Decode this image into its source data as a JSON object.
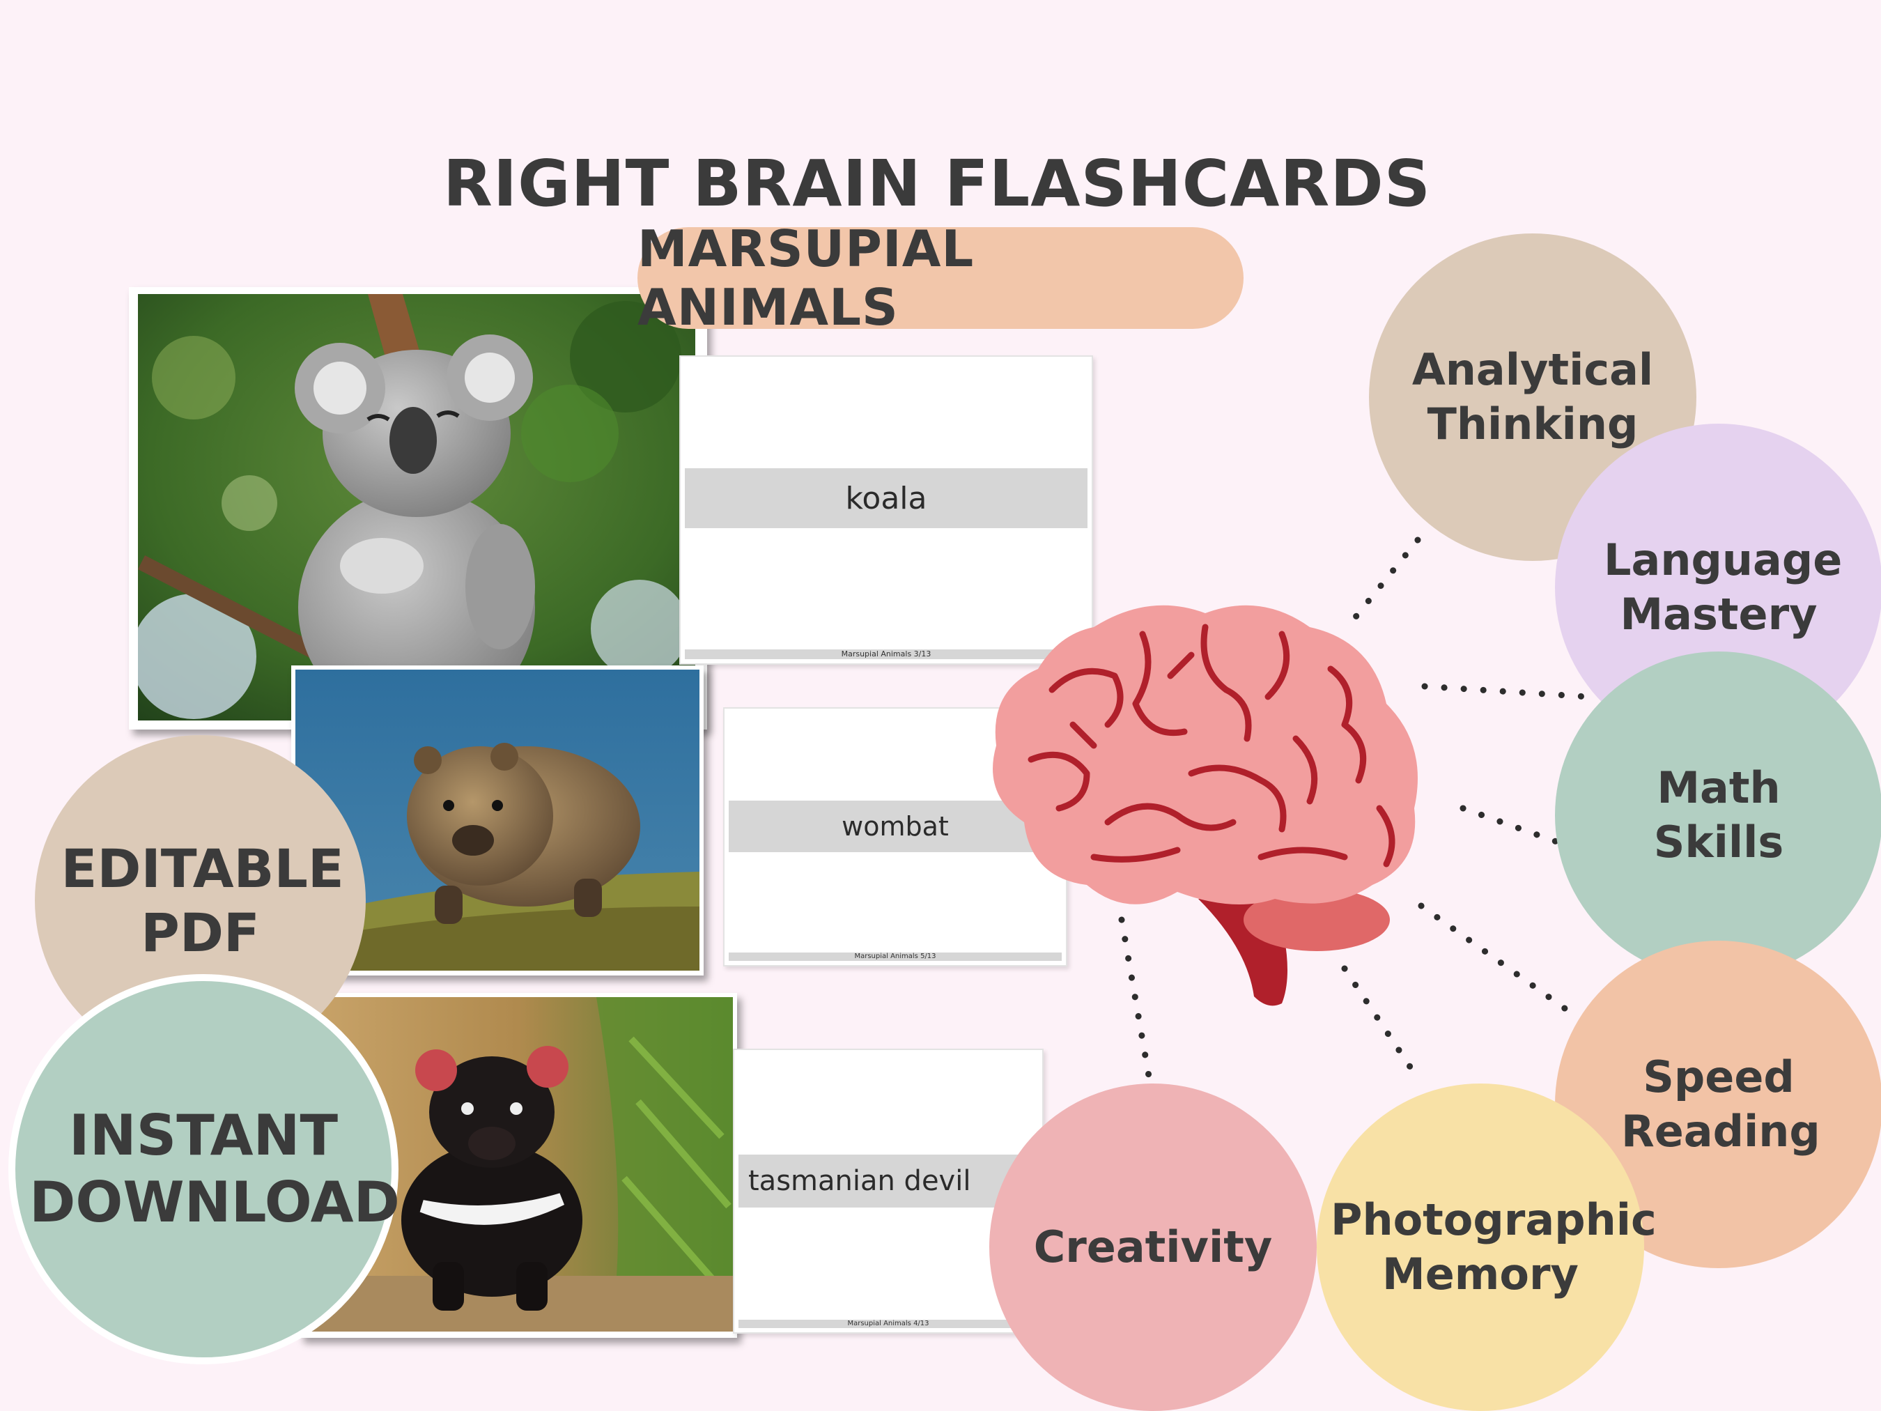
{
  "header": {
    "title": "RIGHT BRAIN FLASHCARDS",
    "subtitle": "MARSUPIAL ANIMALS"
  },
  "flashcards": [
    {
      "word": "koala",
      "footer": "Marsupial Animals 3/13"
    },
    {
      "word": "wombat",
      "footer": "Marsupial Animals 5/13"
    },
    {
      "word": "tasmanian devil",
      "footer": "Marsupial Animals 4/13"
    }
  ],
  "badges": {
    "editable": "EDITABLE PDF",
    "instant": "INSTANT DOWNLOAD"
  },
  "skills": {
    "analytical": "Analytical Thinking",
    "language": "Language Mastery",
    "math": "Math Skills",
    "speed": "Speed Reading",
    "photographic": "Photographic Memory",
    "creativity": "Creativity"
  },
  "colors": {
    "background": "#fdf2f8",
    "pill": "#f2c6aa",
    "beige": "#dccab8",
    "lavender": "#e5d2ef",
    "sage": "#b2cfc2",
    "peach": "#f2c3a6",
    "butter": "#f8e1a6",
    "rose": "#efb3b5",
    "brain": "#f29e9e",
    "brain_lines": "#b0202b"
  }
}
